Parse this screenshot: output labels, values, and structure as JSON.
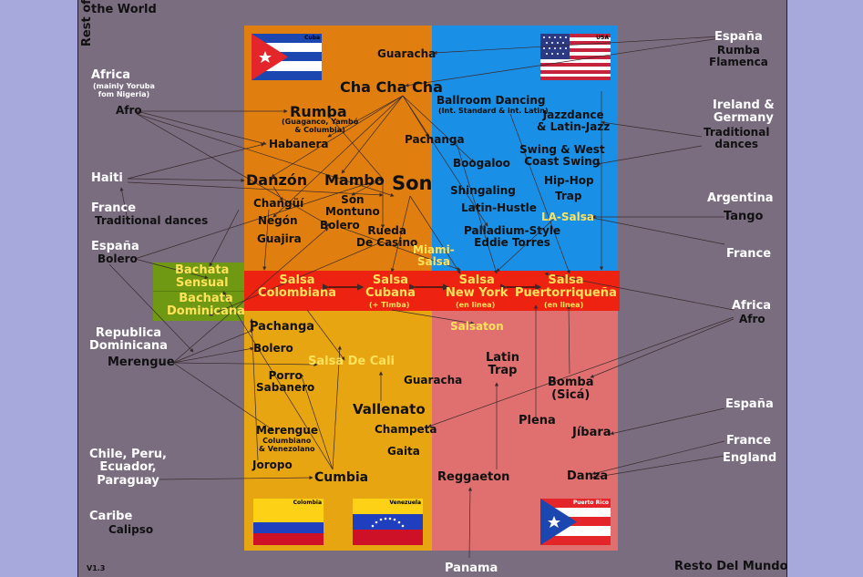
{
  "colors": {
    "cuba": "#e07f10",
    "usa": "#1a8fe6",
    "colombia": "#e8a512",
    "puertorico": "#e07070",
    "salsa_band": "#ee2211",
    "bachata": "#6f9912",
    "outer": "#7a6d80",
    "side": "#a7a9dc"
  },
  "outer": {
    "rest_of": "Rest of",
    "the_world": "the World",
    "espana1": "España",
    "rumba_flamenca": "Rumba\nFlamenca",
    "africa1": "Africa",
    "africa1_note": "(mainly Yoruba\nfom Nigeria)",
    "afro1": "Afro",
    "ireland_germany": "Ireland &\nGermany",
    "traditional_dances1": "Traditional\ndances",
    "haiti": "Haiti",
    "france1": "France",
    "traditional_dances2": "Traditional dances",
    "argentina": "Argentina",
    "tango": "Tango",
    "espana2": "España",
    "bolero1": "Bolero",
    "france2": "France",
    "republica_dominicana": "Republica\nDominicana",
    "merengue1": "Merengue",
    "africa2": "Africa",
    "afro2": "Afro",
    "espana3": "España",
    "chile": "Chile, Peru,\nEcuador,\nParaguay",
    "france3": "France",
    "england": "England",
    "caribe": "Caribe",
    "calipso": "Calipso",
    "version": "V1.3",
    "panama": "Panama",
    "resto": "Resto Del Mundo"
  },
  "cuba": {
    "flag_caption": "Cuba",
    "guaracha": "Guaracha",
    "cha_cha_cha": "Cha Cha Cha",
    "rumba": "Rumba",
    "rumba_note": "(Guaganco, Yambó\n& Columbia)",
    "pachanga": "Pachanga",
    "habanera": "Habanera",
    "danzon": "Danzón",
    "mambo": "Mambo",
    "son": "Son",
    "changui": "Changüí",
    "son_montuno": "Son\nMontuno",
    "negon": "Negón",
    "bolero": "Bolero",
    "guajira": "Guajira",
    "rueda": "Rueda\nDe Casino",
    "miami": "Miami-\nSalsa"
  },
  "usa": {
    "flag_caption": "USA",
    "ballroom": "Ballroom Dancing",
    "ballroom_note": "(Int. Standard & int. Latin)",
    "jazzdance": "Jazzdance\n& Latin-Jazz",
    "boogaloo": "Boogaloo",
    "swing": "Swing & West\nCoast Swing",
    "shingaling": "Shingaling",
    "hiphop": "Hip-Hop",
    "trap": "Trap",
    "latin_hustle": "Latin-Hustle",
    "la_salsa": "LA-Salsa",
    "palladium": "Palladium-Style\nEddie Torres"
  },
  "salsa_band": {
    "colombiana": "Salsa\nColombiana",
    "cubana": "Salsa\nCubana",
    "cubana_note": "(+ Timba)",
    "newyork": "Salsa\nNew York",
    "newyork_note": "(en linea)",
    "puertorriquena": "Salsa\nPuertorriqueña",
    "puertorriquena_note": "(en linea)"
  },
  "bachata": {
    "sensual": "Bachata\nSensual",
    "dominicana": "Bachata\nDominicana"
  },
  "colombia": {
    "pachanga": "Pachanga",
    "bolero": "Bolero",
    "salsa_cali": "Salsa De Cali",
    "porro": "Porro\nSabanero",
    "guaracha": "Guaracha",
    "vallenato": "Vallenato",
    "merengue": "Merengue",
    "merengue_note": "Columbiano\n& Venezolano",
    "champeta": "Champeta",
    "gaita": "Gaita",
    "joropo": "Joropo",
    "cumbia": "Cumbia",
    "flag_colombia": "Colombia",
    "flag_venezuela": "Venezuela"
  },
  "puertorico": {
    "salsaton": "Salsaton",
    "latin_trap": "Latin\nTrap",
    "bomba": "Bomba\n(Sicá)",
    "plena": "Plena",
    "jibara": "Jíbara",
    "reggaeton": "Reggaeton",
    "danza": "Danza",
    "flag_caption": "Puerto Rico"
  }
}
